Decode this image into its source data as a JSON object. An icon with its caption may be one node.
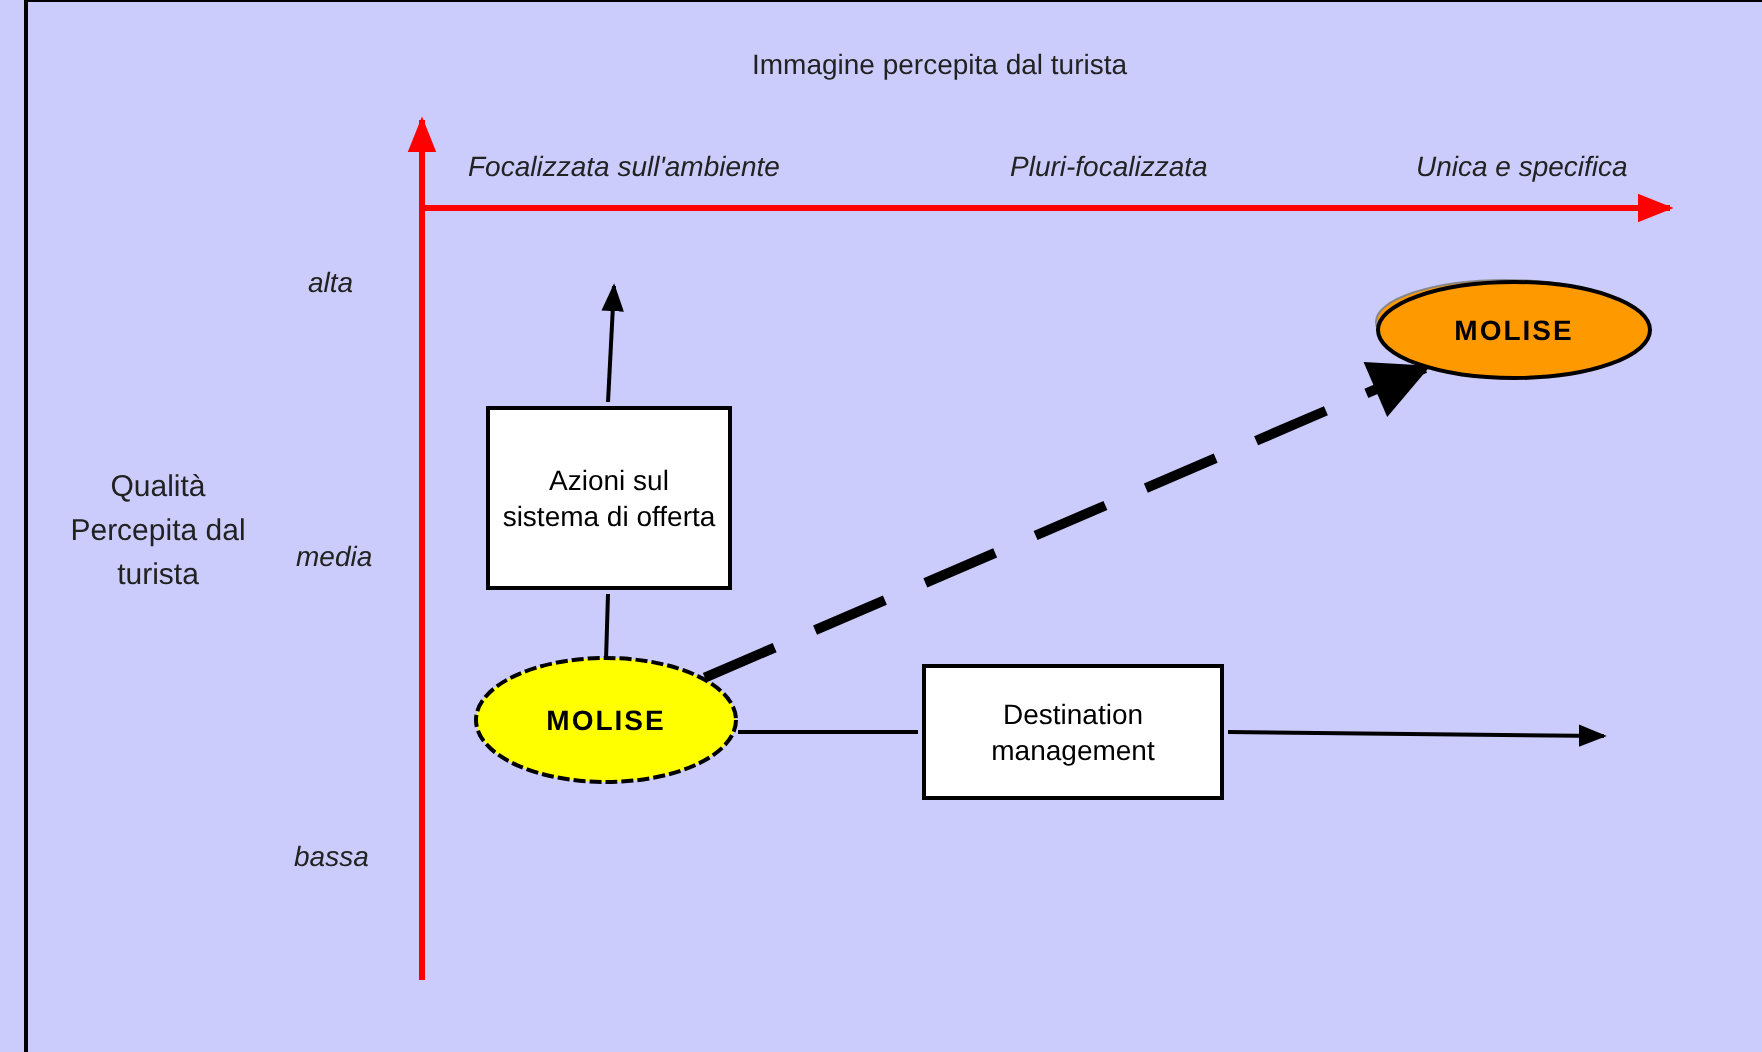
{
  "diagram": {
    "nodes": [
      {
        "text": [
          "MOLISE"
        ]
      },
      {
        "text": [
          "Azioni sul sistema di offerta"
        ]
      },
      {
        "text": [
          "Destination management"
        ]
      },
      {
        "text": [
          "MOLISE"
        ]
      }
    ],
    "edges": [
      {
        "from": 0,
        "to": 1,
        "arrow": "none"
      },
      {
        "from": 1,
        "to": null,
        "arrow": "to"
      },
      {
        "from": 0,
        "to": 2,
        "arrow": "none"
      },
      {
        "from": 2,
        "to": null,
        "arrow": "to"
      },
      {
        "from": 0,
        "to": 3,
        "arrow": "to",
        "style": "dashed"
      }
    ],
    "labels": [
      "Immagine percepita dal turista",
      "Focalizzata sull'ambiente",
      "Pluri-focalizzata",
      "Unica e specifica",
      "alta",
      "Qualità Percepita dal turista",
      "media",
      "bassa"
    ]
  }
}
